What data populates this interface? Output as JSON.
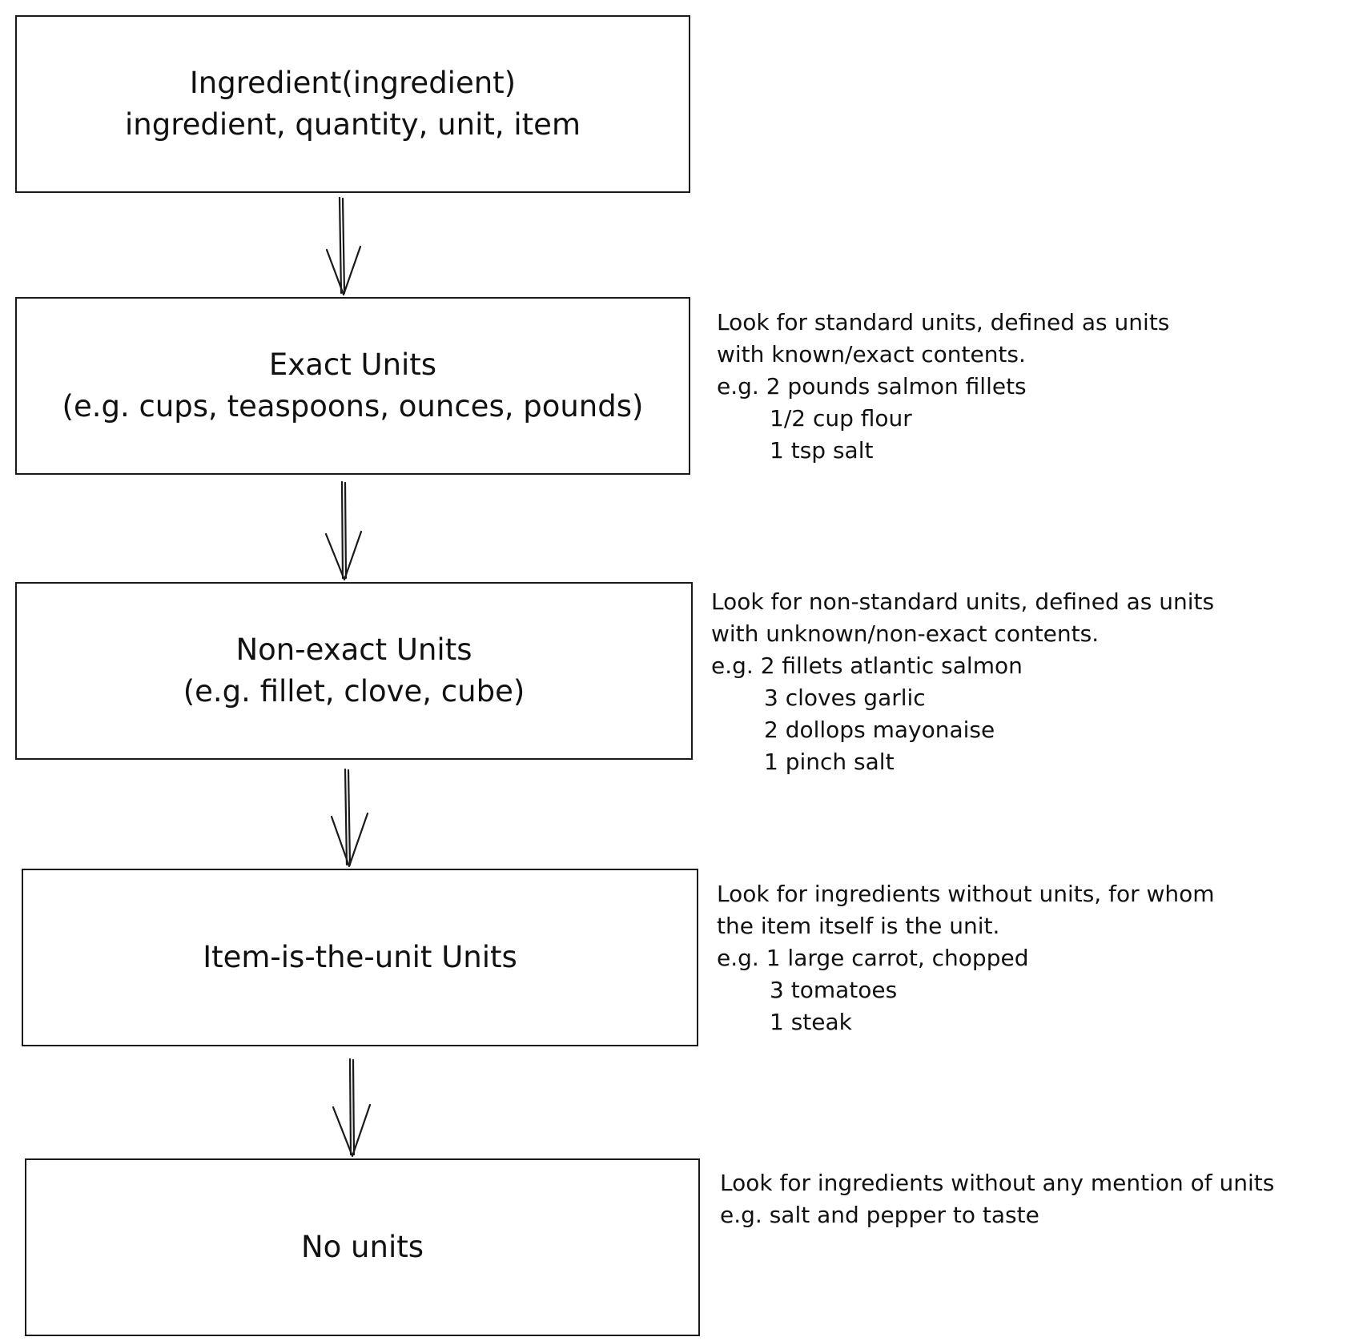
{
  "boxes": [
    {
      "lines": [
        "Ingredient(ingredient)",
        "ingredient, quantity, unit, item"
      ]
    },
    {
      "lines": [
        "Exact Units",
        "(e.g. cups, teaspoons, ounces, pounds)"
      ]
    },
    {
      "lines": [
        "Non-exact Units",
        "(e.g. fillet, clove, cube)"
      ]
    },
    {
      "lines": [
        "Item-is-the-unit Units"
      ]
    },
    {
      "lines": [
        "No units"
      ]
    }
  ],
  "notes": [
    {
      "lines": [
        "Look for standard units, defined as units",
        "with known/exact contents.",
        "e.g. 2 pounds salmon fillets",
        "1/2 cup flour",
        "1 tsp salt"
      ]
    },
    {
      "lines": [
        "Look for non-standard units, defined as units",
        "with unknown/non-exact contents.",
        "e.g. 2 fillets atlantic salmon",
        "3 cloves garlic",
        "2 dollops mayonaise",
        "1 pinch salt"
      ]
    },
    {
      "lines": [
        "Look for ingredients without units, for whom",
        "the item itself is the unit.",
        "e.g. 1 large carrot, chopped",
        "3 tomatoes",
        "1 steak"
      ]
    },
    {
      "lines": [
        "Look for ingredients without any mention of units",
        "e.g. salt and pepper to taste"
      ]
    }
  ]
}
